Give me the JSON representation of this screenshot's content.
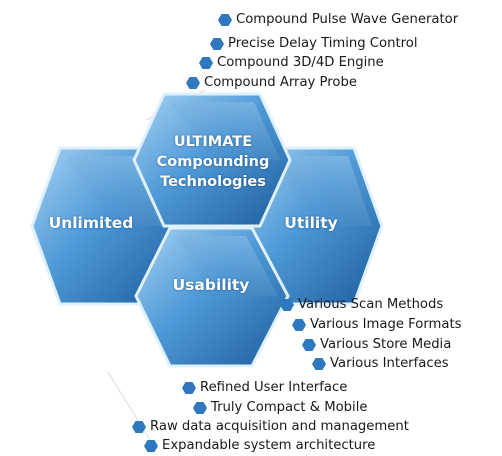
{
  "hexagons": {
    "top": {
      "line1": "ULTIMATE",
      "line2": "Compounding",
      "line3": "Technologies"
    },
    "left": {
      "label": "Unlimited"
    },
    "right": {
      "label": "Utility"
    },
    "bottom": {
      "label": "Usability"
    }
  },
  "groups": {
    "compounding": [
      "Compound Pulse Wave Generator",
      "Precise Delay Timing Control",
      "Compound 3D/4D Engine",
      "Compound Array Probe"
    ],
    "usability": [
      "Various Scan Methods",
      "Various Image Formats",
      "Various Store Media",
      "Various Interfaces"
    ],
    "utility": [
      "Refined User Interface",
      "Truly Compact & Mobile",
      "Raw data acquisition and management",
      "Expandable system architecture"
    ]
  },
  "colors": {
    "hex_light": "#8fc3ec",
    "hex_mid": "#4a93d3",
    "hex_dark": "#1f5f9e",
    "bullet": "#2e78c0"
  },
  "icons": {
    "bullet": "hexagon-bullet-icon"
  }
}
